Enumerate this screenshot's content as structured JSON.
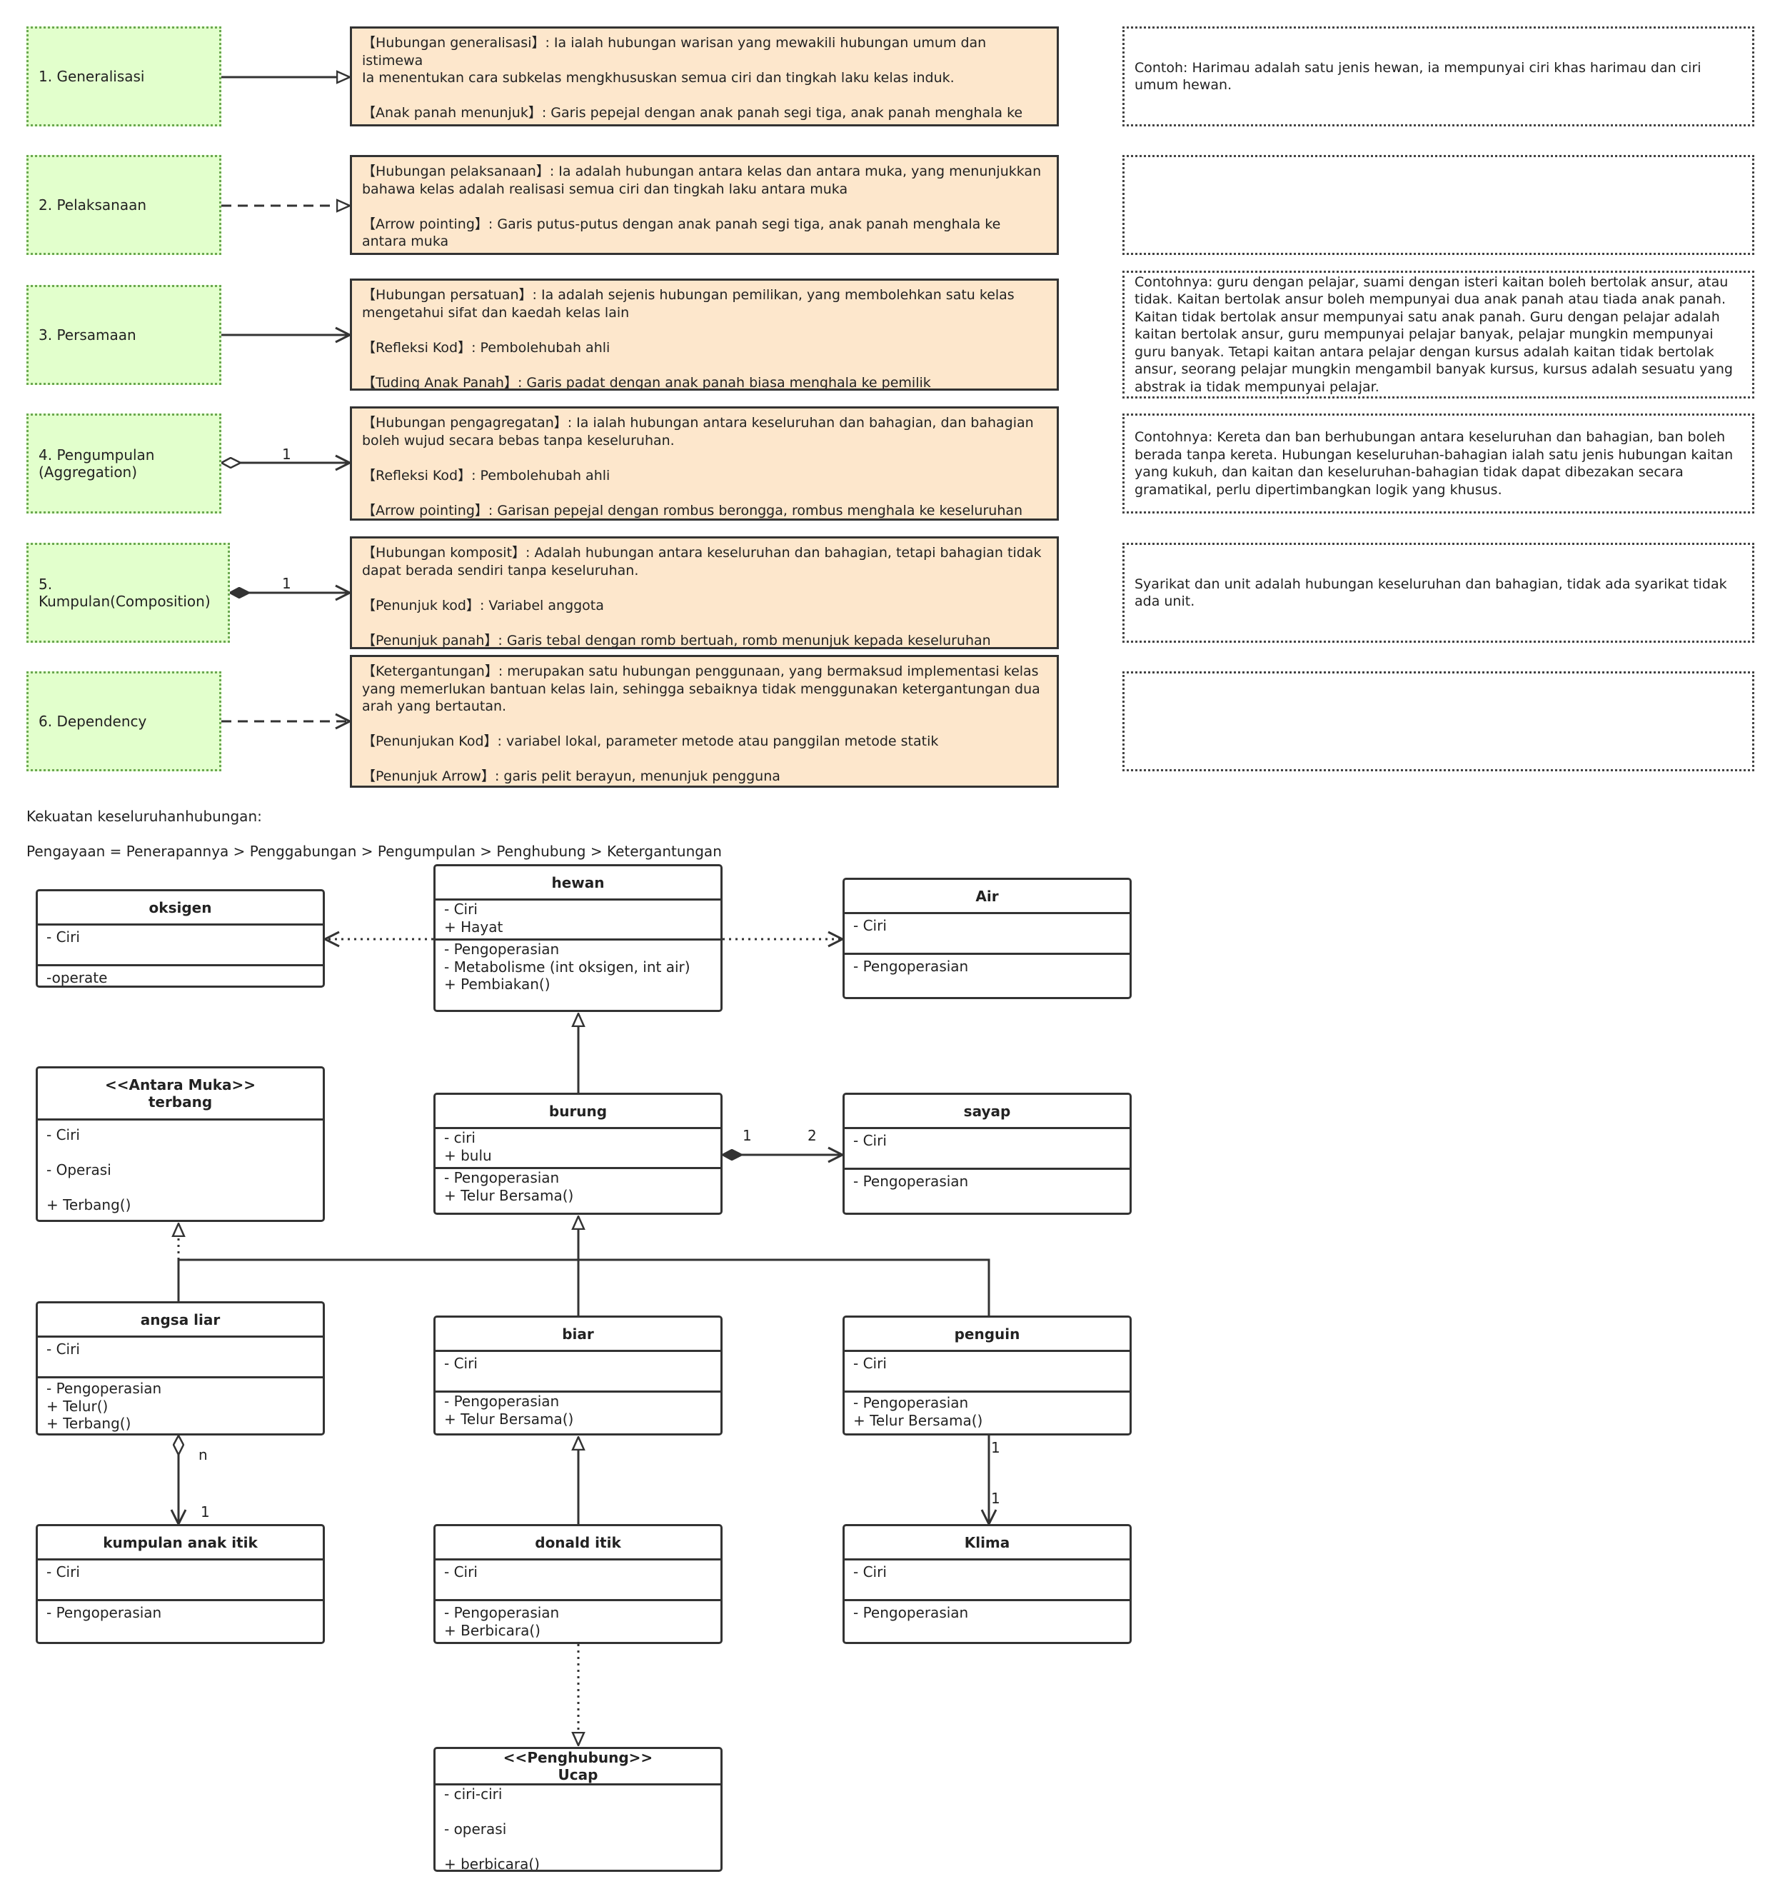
{
  "relations": [
    {
      "name": "1. Generalisasi",
      "description": "【Hubungan generalisasi】: Ia ialah hubungan warisan yang mewakili hubungan umum dan istimewa\nIa menentukan cara subkelas mengkhususkan semua ciri dan tingkah laku kelas induk.\n\n【Anak panah menunjuk】: Garis pepejal dengan anak panah segi tiga, anak panah menghala ke kelas induk",
      "example": "Contoh: Harimau adalah satu jenis hewan, ia mempunyai ciri khas harimau dan ciri umum hewan.",
      "multiplicity": ""
    },
    {
      "name": "2. Pelaksanaan",
      "description": "【Hubungan pelaksanaan】: Ia adalah hubungan antara kelas dan antara muka, yang menunjukkan bahawa kelas adalah realisasi semua ciri dan tingkah laku antara muka\n\n【Arrow pointing】: Garis putus-putus dengan anak panah segi tiga, anak panah menghala ke antara muka",
      "example": "",
      "multiplicity": ""
    },
    {
      "name": "3. Persamaan",
      "description": "【Hubungan persatuan】: Ia adalah sejenis hubungan pemilikan, yang membolehkan satu kelas mengetahui sifat dan kaedah kelas lain\n\n【Refleksi Kod】: Pembolehubah ahli\n\n【Tuding Anak Panah】: Garis padat dengan anak panah biasa menghala ke pemilik",
      "example": "Contohnya: guru dengan pelajar, suami dengan isteri kaitan boleh bertolak ansur, atau tidak. Kaitan bertolak ansur boleh mempunyai dua anak panah atau tiada anak panah. Kaitan tidak bertolak ansur mempunyai satu anak panah. Guru dengan pelajar adalah kaitan bertolak ansur, guru mempunyai pelajar banyak, pelajar mungkin mempunyai guru banyak. Tetapi kaitan antara pelajar dengan kursus adalah kaitan tidak bertolak ansur, seorang pelajar mungkin mengambil banyak kursus, kursus adalah sesuatu yang abstrak ia tidak mempunyai pelajar.",
      "multiplicity": ""
    },
    {
      "name": "4. Pengumpulan\n(Aggregation)",
      "description": "【Hubungan pengagregatan】: Ia ialah hubungan antara keseluruhan dan bahagian, dan bahagian boleh wujud secara bebas tanpa keseluruhan.\n\n【Refleksi Kod】: Pembolehubah ahli\n\n【Arrow pointing】: Garisan pepejal dengan rombus berongga, rombus menghala ke keseluruhan",
      "example": "Contohnya: Kereta dan ban berhubungan antara keseluruhan dan bahagian, ban boleh berada tanpa kereta. Hubungan keseluruhan-bahagian ialah satu jenis hubungan kaitan yang kukuh, dan kaitan dan keseluruhan-bahagian tidak dapat dibezakan secara gramatikal, perlu dipertimbangkan logik yang khusus.",
      "multiplicity": "1"
    },
    {
      "name": "5. Kumpulan(Composition)",
      "description": "【Hubungan komposit】: Adalah hubungan antara keseluruhan dan bahagian, tetapi bahagian tidak dapat berada sendiri tanpa keseluruhan.\n\n【Penunjuk kod】: Variabel anggota\n\n【Penunjuk panah】: Garis tebal dengan romb bertuah, romb menunjuk kepada keseluruhan",
      "example": "Syarikat dan unit adalah hubungan keseluruhan dan bahagian, tidak ada syarikat tidak ada unit.",
      "multiplicity": "1"
    },
    {
      "name": "6. Dependency",
      "description": "【Ketergantungan】: merupakan satu hubungan penggunaan, yang bermaksud implementasi kelas yang memerlukan bantuan kelas lain, sehingga sebaiknya tidak menggunakan ketergantungan dua arah yang bertautan.\n\n【Penunjukan Kod】: variabel lokal, parameter metode atau panggilan metode statik\n\n【Penunjuk Arrow】: garis pelit berayun, menunjuk pengguna",
      "example": "",
      "multiplicity": ""
    }
  ],
  "notes": {
    "strength_title": "Kekuatan keseluruhanhubungan:",
    "strength_order": "Pengayaan = Penerapannya > Penggabungan > Pengumpulan > Penghubung > Ketergantungan"
  },
  "classes": {
    "oksigen": {
      "name": "oksigen",
      "attributes": "- Ciri",
      "operations": "-operate"
    },
    "hewan": {
      "name": "hewan",
      "attributes": "- Ciri\n  + Hayat",
      "operations": "- Pengoperasian\n  - Metabolisme (int oksigen, int air)\n  + Pembiakan()"
    },
    "air": {
      "name": "Air",
      "attributes": "- Ciri",
      "operations": "- Pengoperasian"
    },
    "terbang": {
      "name": "<<Antara Muka>>\nterbang",
      "attributes": "- Ciri\n\n- Operasi\n\n  + Terbang()",
      "operations": ""
    },
    "burung": {
      "name": "burung",
      "attributes": "- ciri\n  + bulu",
      "operations": "- Pengoperasian\n  + Telur Bersama()"
    },
    "sayap": {
      "name": "sayap",
      "attributes": "- Ciri",
      "operations": "- Pengoperasian"
    },
    "angsa": {
      "name": "angsa liar",
      "attributes": "- Ciri",
      "operations": "- Pengoperasian\n  + Telur()\n  + Terbang()"
    },
    "biar": {
      "name": "biar",
      "attributes": "- Ciri",
      "operations": "- Pengoperasian\n  + Telur Bersama()"
    },
    "penguin": {
      "name": "penguin",
      "attributes": "- Ciri",
      "operations": "- Pengoperasian\n  + Telur Bersama()"
    },
    "kumpulan": {
      "name": "kumpulan anak itik",
      "attributes": "- Ciri",
      "operations": "- Pengoperasian"
    },
    "donald": {
      "name": "donald itik",
      "attributes": "- Ciri",
      "operations": "- Pengoperasian\n  + Berbicara()"
    },
    "klima": {
      "name": "Klima",
      "attributes": "- Ciri",
      "operations": "- Pengoperasian"
    },
    "ucap": {
      "name": "<<Penghubung>>\nUcap",
      "attributes": "- ciri-ciri\n\n- operasi\n\n  + berbicara()",
      "operations": ""
    }
  },
  "multiplicities": {
    "burung_sayap_src": "1",
    "burung_sayap_dst": "2",
    "angsa_kumpulan_src": "n",
    "angsa_kumpulan_dst": "1",
    "penguin_klima_src": "1",
    "penguin_klima_dst": "1"
  }
}
